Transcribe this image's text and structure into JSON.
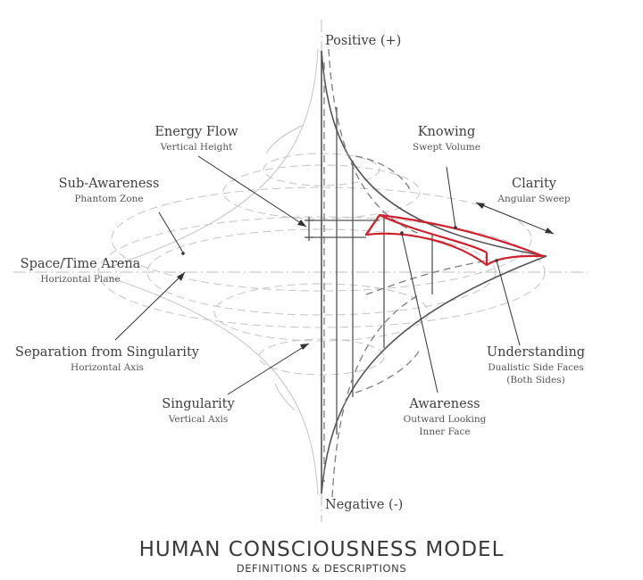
{
  "title": "HUMAN CONSCIOUSNESS MODEL",
  "subtitle": "DEFINITIONS & DESCRIPTIONS",
  "axis_labels": {
    "positive": "Positive (+)",
    "negative": "Negative (-)"
  },
  "labels": {
    "energy_flow": {
      "main": "Energy Flow",
      "sub": "Vertical Height"
    },
    "knowing": {
      "main": "Knowing",
      "sub": "Swept Volume"
    },
    "clarity": {
      "main": "Clarity",
      "sub": "Angular Sweep"
    },
    "sub_awareness": {
      "main": "Sub-Awareness",
      "sub": "Phantom Zone"
    },
    "space_time": {
      "main": "Space/Time Arena",
      "sub": "Horizontal Plane"
    },
    "separation": {
      "main": "Separation from Singularity",
      "sub": "Horizontal Axis"
    },
    "understanding": {
      "main": "Understanding",
      "sub": "Dualistic Side Faces",
      "sub2": "(Both Sides)"
    },
    "singularity": {
      "main": "Singularity",
      "sub": "Vertical Axis"
    },
    "awareness": {
      "main": "Awareness",
      "sub": "Outward Looking",
      "sub2": "Inner Face"
    }
  },
  "colors": {
    "accent": "#d0202e",
    "line": "#555555",
    "ghost": "#c4c4c4",
    "text": "#3f3f3f"
  }
}
